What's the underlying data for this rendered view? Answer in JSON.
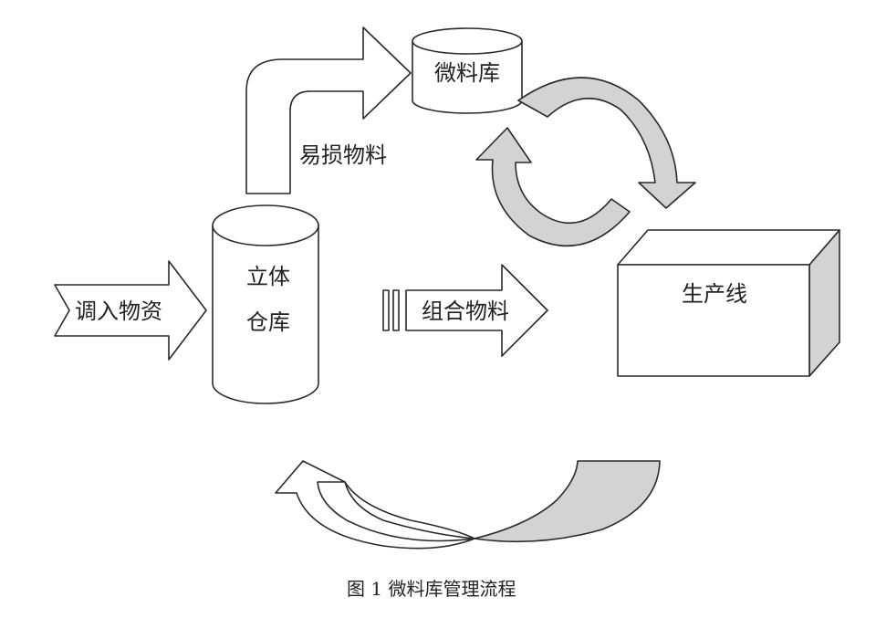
{
  "nodes": {
    "warehouse_line1": "立体",
    "warehouse_line2": "仓库",
    "micro_warehouse": "微料库",
    "production_line": "生产线"
  },
  "arrows": {
    "incoming": "调入物资",
    "fragile": "易损物料",
    "combined": "组合物料"
  },
  "caption": "图 1 微料库管理流程",
  "colors": {
    "stroke": "#2a2a2a",
    "shade": "#d3d3d3",
    "background": "#ffffff"
  }
}
